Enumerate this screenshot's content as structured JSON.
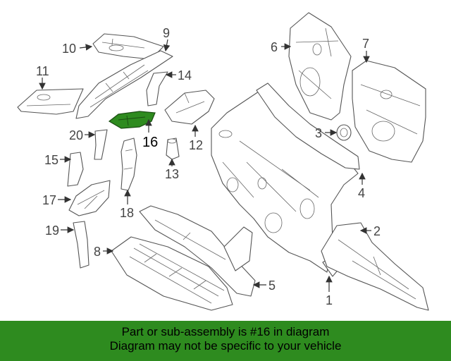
{
  "callouts": {
    "c1": "1",
    "c2": "2",
    "c3": "3",
    "c4": "4",
    "c5": "5",
    "c6": "6",
    "c7": "7",
    "c8": "8",
    "c9": "9",
    "c10": "10",
    "c11": "11",
    "c12": "12",
    "c13": "13",
    "c14": "14",
    "c15": "15",
    "c16": "16",
    "c17": "17",
    "c18": "18",
    "c19": "19",
    "c20": "20"
  },
  "highlighted_part": "16",
  "highlight_color": "#2e8b1f",
  "banner": {
    "line1": "Part or sub-assembly is #16 in diagram",
    "line2": "Diagram may not be specific to your vehicle"
  }
}
